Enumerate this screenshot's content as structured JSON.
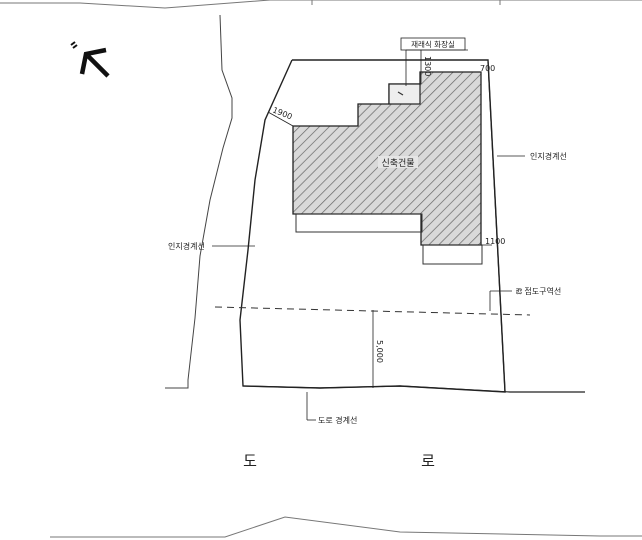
{
  "labels": {
    "new_building": "신축건물",
    "annex": "재래식 화장실",
    "adjacent_boundary_right": "인지경계선",
    "adjacent_boundary_left": "인지경계선",
    "road_zone_line": "ఔ 접도구역선",
    "road_boundary": "도로 경계선",
    "road_char_1": "도",
    "road_char_2": "로"
  },
  "dimensions": {
    "setback_left": "1900",
    "setback_top": "1300",
    "setback_top_right": "700",
    "setback_right": "1100",
    "road_setback": "5,000"
  },
  "colors": {
    "line": "#222222",
    "hatch": "#555555",
    "fill": "#dddddd"
  }
}
